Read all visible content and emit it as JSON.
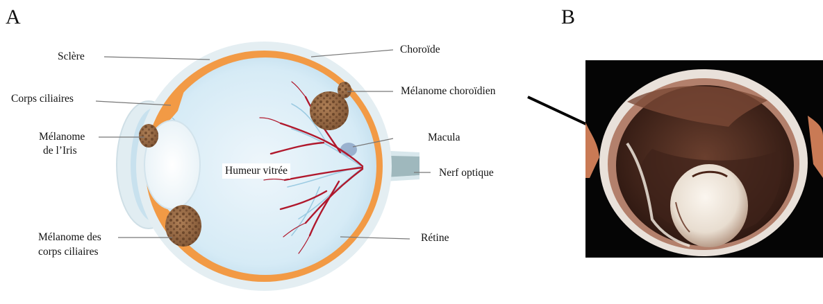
{
  "panels": {
    "a": "A",
    "b": "B"
  },
  "labels": {
    "sclere": "Sclère",
    "choroide": "Choroïde",
    "corps_ciliaires": "Corps ciliaires",
    "melanome_choroidien": "Mélanome choroïdien",
    "melanome_iris_l1": "Mélanome",
    "melanome_iris_l2": "de l’Iris",
    "macula": "Macula",
    "humeur_vitree": "Humeur vitrée",
    "nerf_optique": "Nerf optique",
    "melanome_cc_l1": "Mélanome des",
    "melanome_cc_l2": "corps ciliaires",
    "retine": "Rétine"
  },
  "colors": {
    "sclera": "#e4eef2",
    "choroid": "#f29a45",
    "vitreous": "#d4e9f5",
    "vessel": "#b0182c",
    "melanoma": "#9a6a44",
    "nerve": "#9fb8bd"
  }
}
